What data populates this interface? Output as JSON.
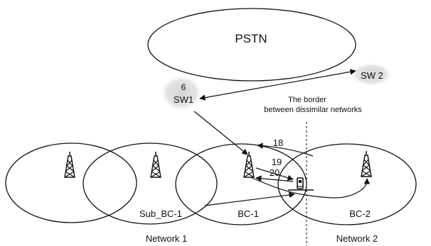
{
  "labels": {
    "pstn": "PSTN",
    "sw1_number": "6",
    "sw1": "SW1",
    "sw2": "SW 2",
    "border_line1": "The border",
    "border_line2": "between dissimilar networks",
    "step18": "18",
    "step19": "19",
    "step20": "20",
    "sub_bc1": "Sub_BC-1",
    "bc1": "BC-1",
    "bc2": "BC-2",
    "network1": "Network 1",
    "network2": "Network 2"
  }
}
